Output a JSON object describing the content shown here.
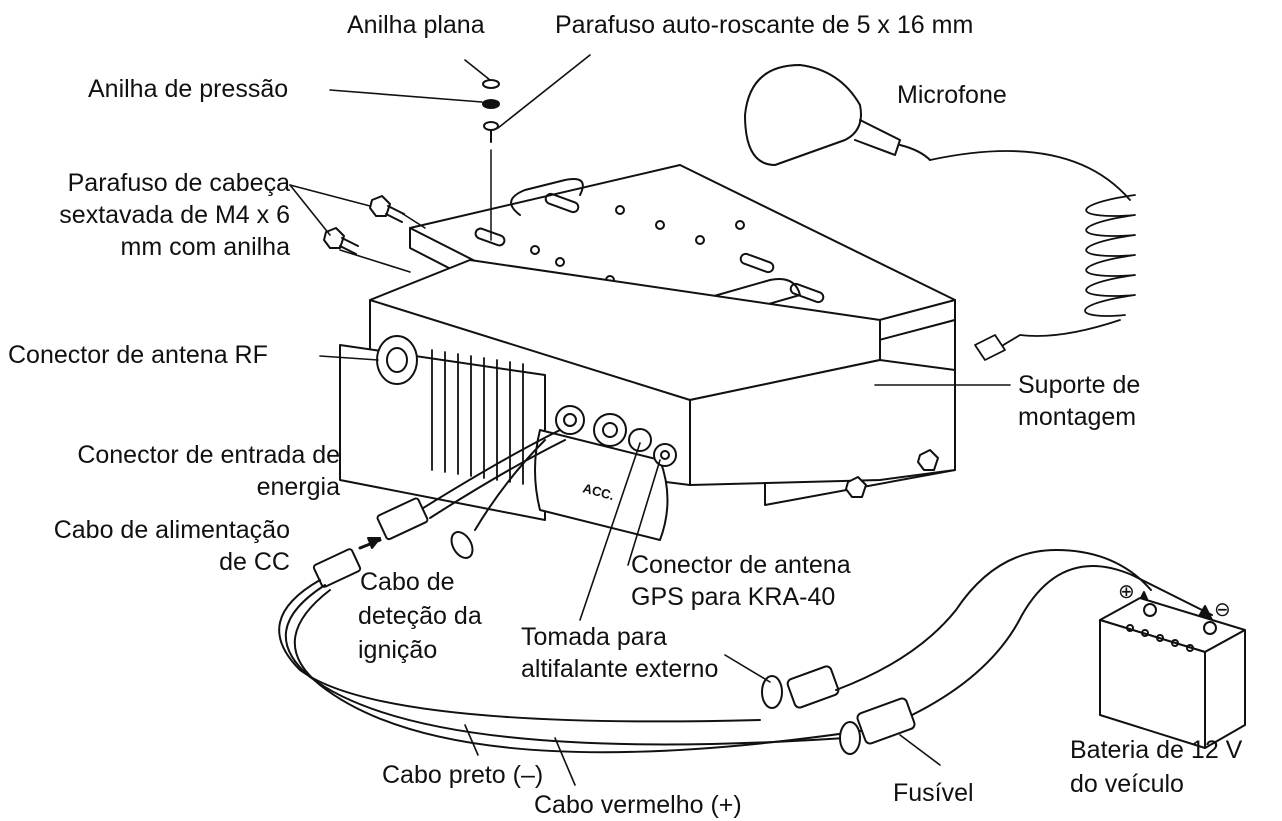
{
  "labels": {
    "flat_washer": "Anilha plana",
    "self_tap_screw": "Parafuso auto-roscante de 5 x 16 mm",
    "lock_washer": "Anilha de pressão",
    "microphone": "Microfone",
    "hex_screw_l1": "Parafuso de cabeça",
    "hex_screw_l2": "sextavada de M4 x 6",
    "hex_screw_l3": "mm com anilha",
    "rf_connector": "Conector de antena RF",
    "bracket_l1": "Suporte de",
    "bracket_l2": "montagem",
    "power_input_l1": "Conector de entrada de",
    "power_input_l2": "energia",
    "dc_cable_l1": "Cabo de alimentação",
    "dc_cable_l2": "de CC",
    "ignition_l1": "Cabo de",
    "ignition_l2": "deteção da",
    "ignition_l3": "ignição",
    "gps_l1": "Conector de antena",
    "gps_l2": "GPS para KRA-40",
    "speaker_l1": "Tomada para",
    "speaker_l2": "altifalante externo",
    "battery_l1": "Bateria de 12 V",
    "battery_l2": "do veículo",
    "black_cable": "Cabo preto (–)",
    "red_cable": "Cabo vermelho (+)",
    "fuse": "Fusível",
    "acc_marking": "ACC.",
    "battery_plus": "⊕",
    "battery_minus": "⊖"
  },
  "colors": {
    "ink": "#111111",
    "background": "#ffffff",
    "shade": "#d9d9d9"
  }
}
